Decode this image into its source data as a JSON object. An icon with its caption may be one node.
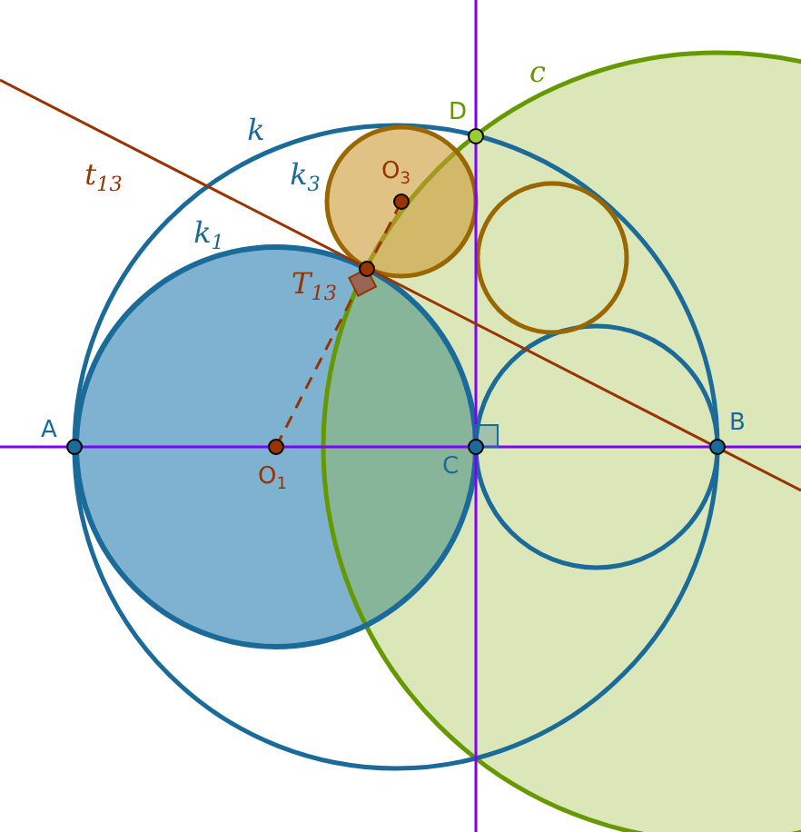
{
  "diagram": {
    "labels": [
      "c",
      "D",
      "k",
      "t$_{13}$",
      "k$_{3}$",
      "O$_{3}$",
      "k$_{1}$",
      "T$_{13}$",
      "A",
      "C",
      "B",
      "O$_{1}$"
    ]
  }
}
